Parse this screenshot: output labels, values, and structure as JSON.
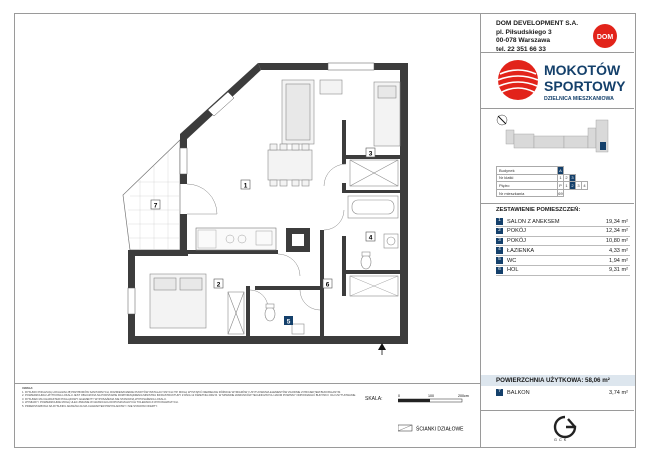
{
  "company": {
    "name": "DOM DEVELOPMENT S.A.",
    "street": "pl. Piłsudskiego 3",
    "city": "00-078 Warszawa",
    "phone": "tel. 22 351 66 33",
    "logo_text": "DOM"
  },
  "brand": {
    "line1": "MOKOTÓW",
    "line2": "SPORTOWY",
    "line3": "DZIELNICA MIESZKANIOWA",
    "color_red": "#e2231a",
    "color_navy": "#14406b"
  },
  "building_info": {
    "rows": [
      {
        "label": "Budynek",
        "cells": [
          "A"
        ],
        "highlight": 0
      },
      {
        "label": "Nr klatki",
        "cells": [
          "1",
          "2",
          "3"
        ],
        "highlight": 2
      },
      {
        "label": "Piętro",
        "cells": [
          "P",
          "1",
          "2",
          "3",
          "4"
        ],
        "highlight": 2
      },
      {
        "label": "Nr mieszkania",
        "cells": [
          "69"
        ],
        "highlight": -1
      }
    ]
  },
  "rooms": {
    "title": "ZESTAWIENIE POMIESZCZEŃ:",
    "items": [
      {
        "num": "1",
        "name": "SALON Z ANEKSEM",
        "area": "19,34 m²"
      },
      {
        "num": "2",
        "name": "POKÓJ",
        "area": "12,34 m²"
      },
      {
        "num": "3",
        "name": "POKÓJ",
        "area": "10,80 m²"
      },
      {
        "num": "4",
        "name": "ŁAZIENKA",
        "area": "4,33 m²"
      },
      {
        "num": "5",
        "name": "WC",
        "area": "1,94 m²"
      },
      {
        "num": "6",
        "name": "HOL",
        "area": "9,31 m²"
      }
    ]
  },
  "total": {
    "label": "POWIERZCHNIA UŻYTKOWA:",
    "value": "58,06 m²"
  },
  "balcony": {
    "num": "7",
    "name": "BALKON",
    "area": "3,74 m²"
  },
  "plan_labels": [
    "1",
    "2",
    "3",
    "4",
    "5",
    "6",
    "7"
  ],
  "scale": {
    "label": "SKALA:",
    "t0": "0",
    "t1": "100",
    "t2": "200cm"
  },
  "legend": {
    "label": "ŚCIANKI DZIAŁOWE"
  },
  "notes": {
    "title": "UWAGA:",
    "lines": [
      "1. RYSUNKI POKAZUJĄ LOKALIZACJĘ PRZYBORÓW SANITARNYCH, ROZMIESZCZENIE PUNKTÓW INSTALACYJNYCH ITP. MOGĄ WYSTĄPIĆ NIEWIELKIE RÓŻNICE WYMIARÓW I USYTUOWANIA ELEMENTÓW ZGODNIE Z PROJEKTEM BUDOWLANYM.",
      "2. POWIERZCHNIA UŻYTKOWA LOKALU JEST OBLICZONA NA PODSTAWIE ROZPORZĄDZENIA MINISTRA INFRASTRUKTURY Z DNIA 12 KWIETNIA 2002 R. W SPRAWIE WARUNKÓW TECHNICZNYCH JAKIM POWINNY ODPOWIADAĆ BUDYNKI I ICH USYTUOWANIE.",
      "3. RYSUNEK MA CHARAKTER POGLĄDOWY. ELEMENTY WYPOSAŻENIA NIE STANOWIĄ WYPOSAŻENIA LOKALU.",
      "4. WYMIARY I POWIERZCHNIE MOGĄ ULEC ZMIANIE W GRANICACH DOPUSZCZALNYCH TOLERANCJI WYKONAWCZYCH.",
      "5. PRZEDSTAWIONA NA RYSUNKU ARANŻACJA MA CHARAKTER PRZYKŁADOWY I NIE STANOWI OFERTY."
    ]
  },
  "gck": {
    "text": "GCK"
  }
}
